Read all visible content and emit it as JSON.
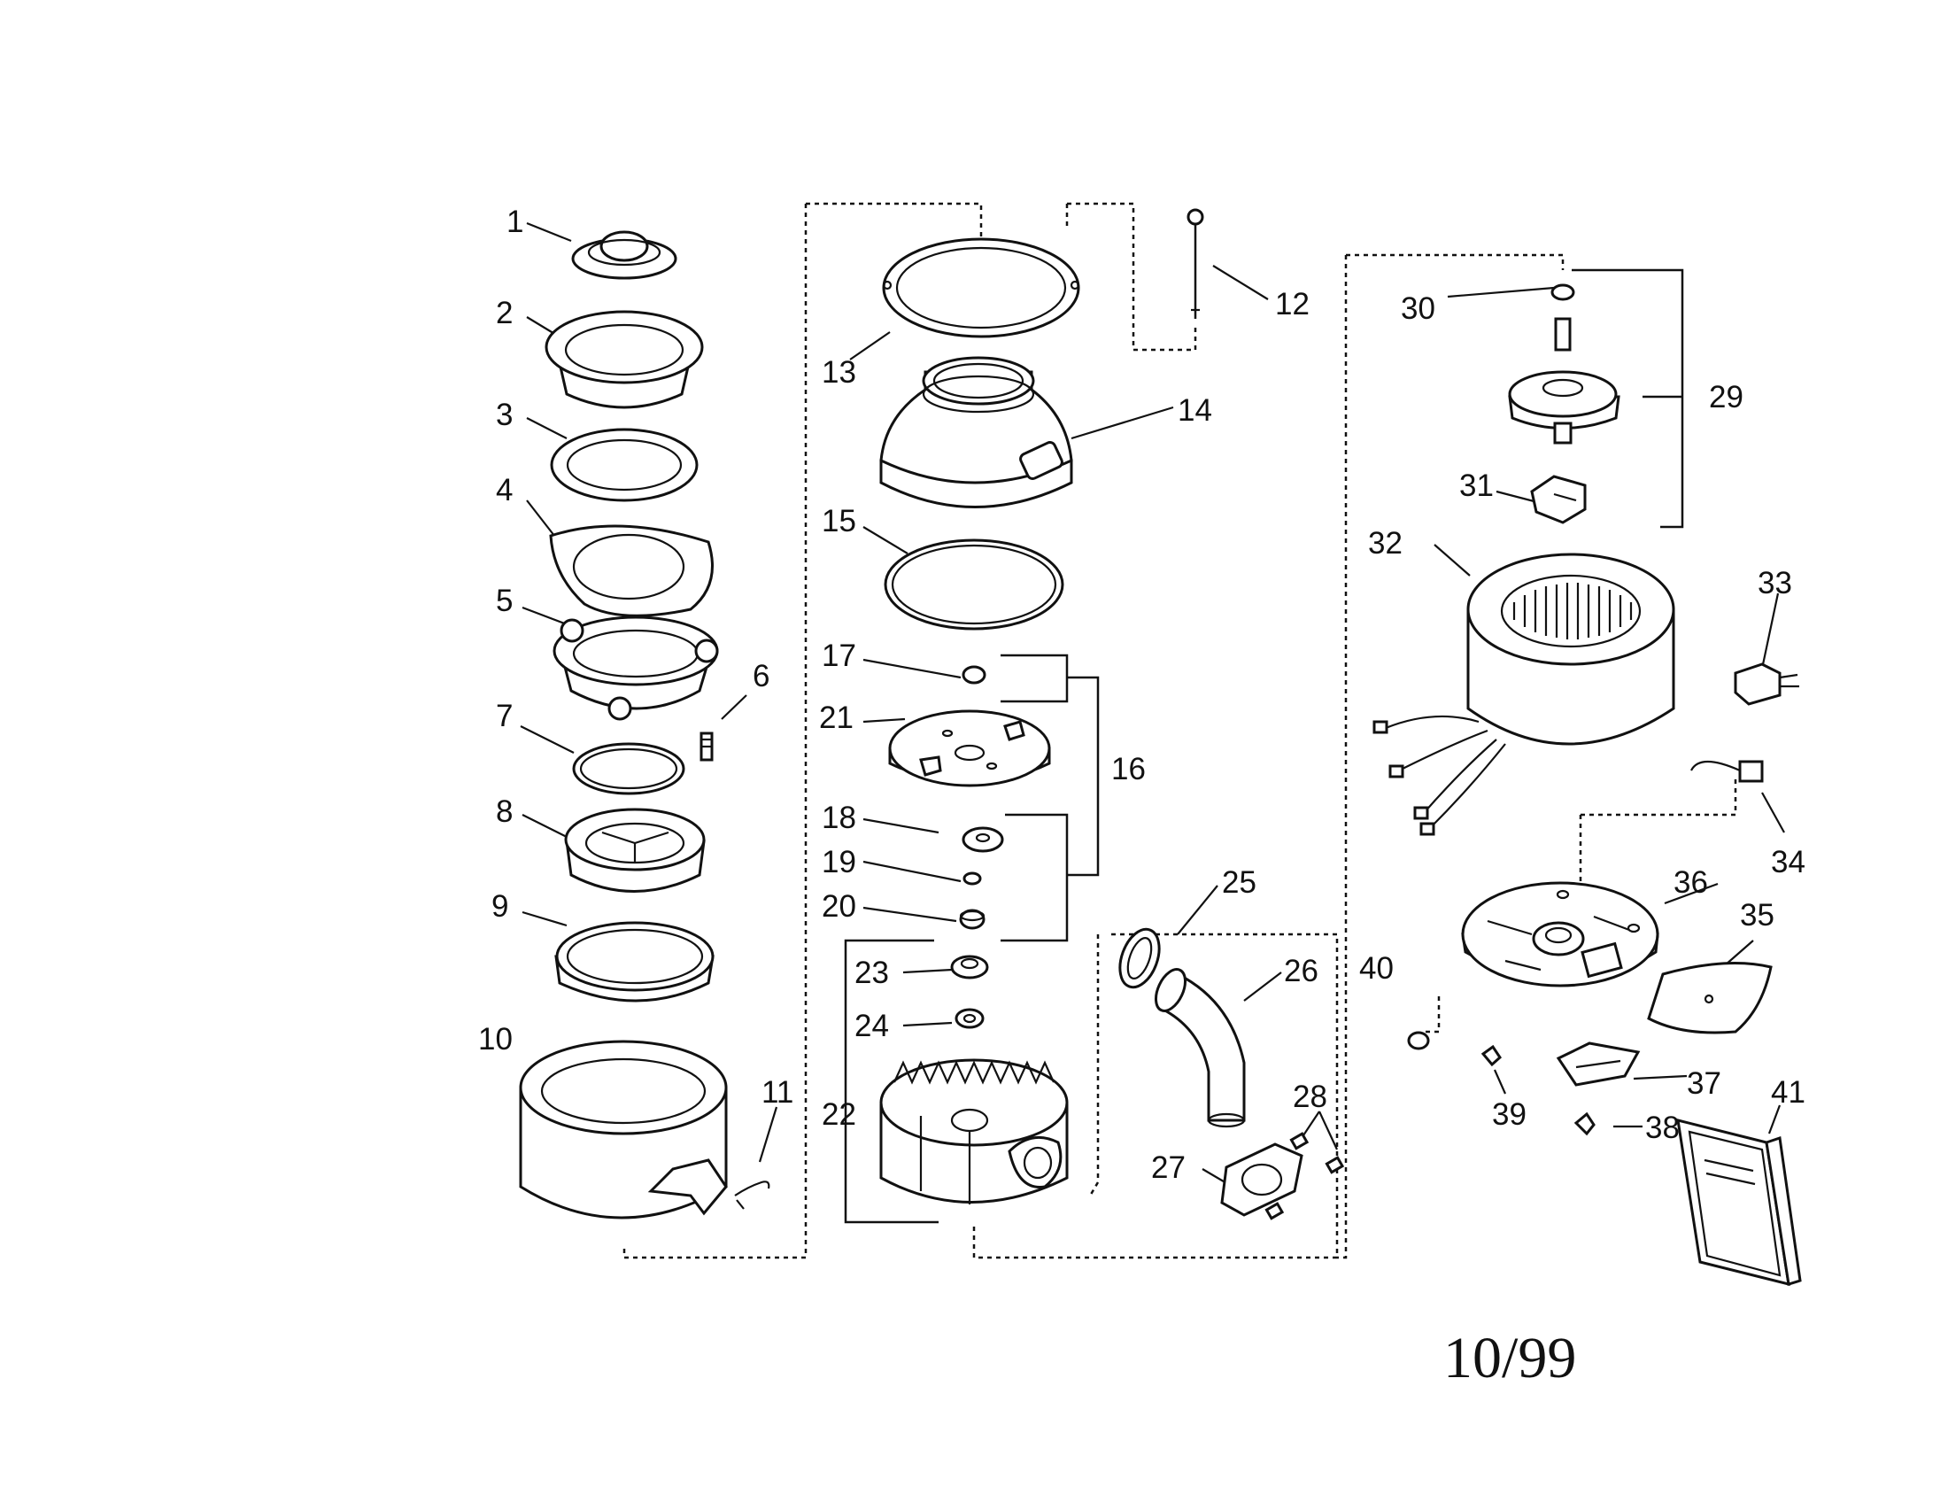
{
  "parts": [
    {
      "id": "1",
      "label": "1"
    },
    {
      "id": "2",
      "label": "2"
    },
    {
      "id": "3",
      "label": "3"
    },
    {
      "id": "4",
      "label": "4"
    },
    {
      "id": "5",
      "label": "5"
    },
    {
      "id": "6",
      "label": "6"
    },
    {
      "id": "7",
      "label": "7"
    },
    {
      "id": "8",
      "label": "8"
    },
    {
      "id": "9",
      "label": "9"
    },
    {
      "id": "10",
      "label": "10"
    },
    {
      "id": "11",
      "label": "11"
    },
    {
      "id": "12",
      "label": "12"
    },
    {
      "id": "13",
      "label": "13"
    },
    {
      "id": "14",
      "label": "14"
    },
    {
      "id": "15",
      "label": "15"
    },
    {
      "id": "16",
      "label": "16"
    },
    {
      "id": "17",
      "label": "17"
    },
    {
      "id": "18",
      "label": "18"
    },
    {
      "id": "19",
      "label": "19"
    },
    {
      "id": "20",
      "label": "20"
    },
    {
      "id": "21",
      "label": "21"
    },
    {
      "id": "22",
      "label": "22"
    },
    {
      "id": "23",
      "label": "23"
    },
    {
      "id": "24",
      "label": "24"
    },
    {
      "id": "25",
      "label": "25"
    },
    {
      "id": "26",
      "label": "26"
    },
    {
      "id": "27",
      "label": "27"
    },
    {
      "id": "28",
      "label": "28"
    },
    {
      "id": "29",
      "label": "29"
    },
    {
      "id": "30",
      "label": "30"
    },
    {
      "id": "31",
      "label": "31"
    },
    {
      "id": "32",
      "label": "32"
    },
    {
      "id": "33",
      "label": "33"
    },
    {
      "id": "34",
      "label": "34"
    },
    {
      "id": "35",
      "label": "35"
    },
    {
      "id": "36",
      "label": "36"
    },
    {
      "id": "37",
      "label": "37"
    },
    {
      "id": "38",
      "label": "38"
    },
    {
      "id": "39",
      "label": "39"
    },
    {
      "id": "40",
      "label": "40"
    },
    {
      "id": "41",
      "label": "41"
    }
  ],
  "date_code": "10/99"
}
